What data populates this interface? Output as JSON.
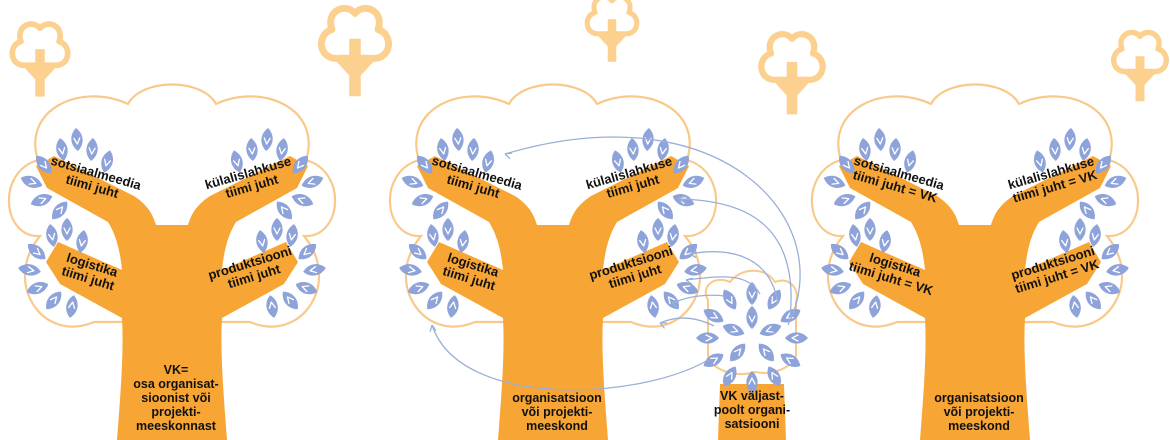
{
  "colors": {
    "orange": "#F7A535",
    "light_orange": "#FCD08E",
    "leaf_blue": "#8EA3D9",
    "arrow_blue": "#9AAFD8",
    "crown_outline": "#F9C98A"
  },
  "icons": [
    "small-tree-icon",
    "leaf-icon"
  ],
  "trees": [
    {
      "branches": {
        "upper_left": [
          "sotsiaalmeedia",
          "tiimi juht"
        ],
        "upper_right": [
          "külalislahkuse",
          "tiimi juht"
        ],
        "lower_left": [
          "logistika",
          "tiimi juht"
        ],
        "lower_right": [
          "produktsiooni",
          "tiimi juht"
        ]
      },
      "trunk": [
        "VK=",
        "osa organisat-",
        "sioonist või",
        "projekti-",
        "meeskonnast"
      ]
    },
    {
      "branches": {
        "upper_left": [
          "sotsiaalmeedia",
          "tiimi juht"
        ],
        "upper_right": [
          "külalislahkuse",
          "tiimi juht"
        ],
        "lower_left": [
          "logistika",
          "tiimi juht"
        ],
        "lower_right": [
          "produktsiooni",
          "tiimi juht"
        ]
      },
      "trunk": [
        "organisatsioon",
        "või projekti-",
        "meeskond"
      ],
      "external": [
        "VK väljast-",
        "poolt organi-",
        "satsiooni"
      ]
    },
    {
      "branches": {
        "upper_left": [
          "sotsiaalmeedia",
          "tiimi juht  = VK"
        ],
        "upper_right": [
          "külalislahkuse",
          "tiimi juht = VK"
        ],
        "lower_left": [
          "logistika",
          "tiimi juht = VK"
        ],
        "lower_right": [
          "produktsiooni",
          "tiimi juht = VK"
        ]
      },
      "trunk": [
        "organisatsioon",
        "või projekti-",
        "meeskond"
      ]
    }
  ]
}
